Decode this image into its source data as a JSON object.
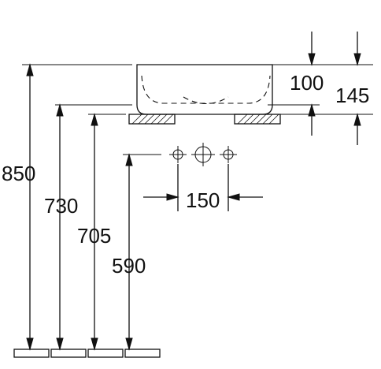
{
  "dimensions": {
    "total_height": "850",
    "rim_height": "730",
    "counter_height": "705",
    "outlet_height": "590",
    "basin_depth": "100",
    "overall_depth": "145",
    "tap_spacing": "150"
  }
}
